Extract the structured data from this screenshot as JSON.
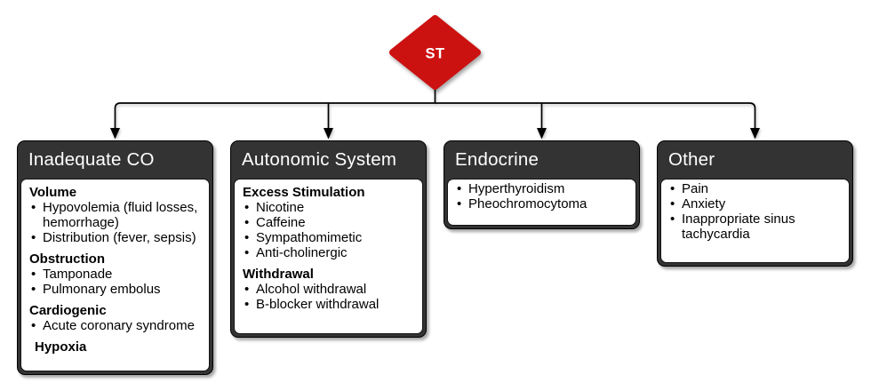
{
  "diagram": {
    "root": {
      "label": "ST"
    },
    "colors": {
      "root_fill": "#CC1111",
      "root_text": "#FFFFFF",
      "node_header_bg": "#333333",
      "node_border": "#000000",
      "body_bg": "#FFFFFF",
      "connector": "#000000"
    },
    "boxes": [
      {
        "title": "Inadequate CO",
        "sections": [
          {
            "heading": "Volume",
            "items": [
              "Hypovolemia (fluid losses, hemorrhage)",
              "Distribution (fever, sepsis)"
            ]
          },
          {
            "heading": "Obstruction",
            "items": [
              "Tamponade",
              "Pulmonary embolus"
            ]
          },
          {
            "heading": "Cardiogenic",
            "items": [
              "Acute coronary syndrome"
            ]
          },
          {
            "heading": "Hypoxia",
            "items": []
          }
        ]
      },
      {
        "title": "Autonomic System",
        "sections": [
          {
            "heading": "Excess Stimulation",
            "items": [
              "Nicotine",
              "Caffeine",
              "Sympathomimetic",
              "Anti-cholinergic"
            ]
          },
          {
            "heading": "Withdrawal",
            "items": [
              "Alcohol withdrawal",
              "B-blocker withdrawal"
            ]
          }
        ]
      },
      {
        "title": "Endocrine",
        "items": [
          "Hyperthyroidism",
          "Pheochromocytoma"
        ]
      },
      {
        "title": "Other",
        "items": [
          "Pain",
          "Anxiety",
          "Inappropriate sinus tachycardia"
        ]
      }
    ]
  }
}
